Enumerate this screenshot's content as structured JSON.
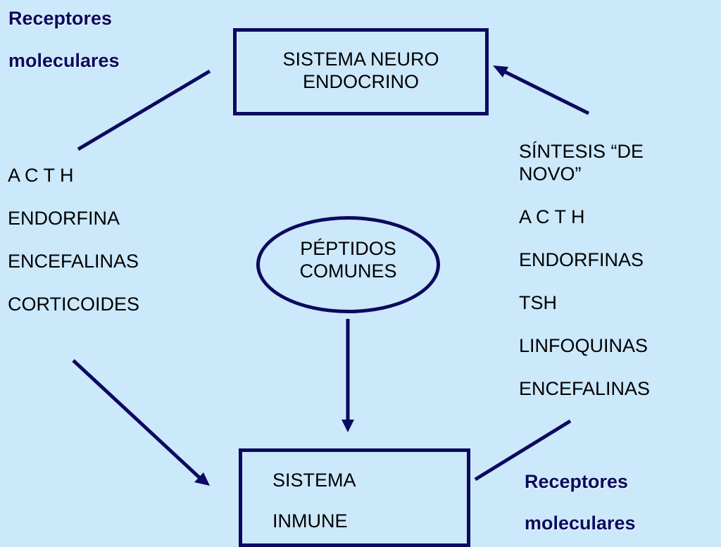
{
  "receptors_top_left": [
    "Receptores",
    "moleculares"
  ],
  "receptors_bottom_right": [
    "Receptores",
    "moleculares"
  ],
  "neuro_box": [
    "SISTEMA  NEURO",
    "ENDOCRINO"
  ],
  "peptides": [
    "PÉPTIDOS",
    "COMUNES"
  ],
  "immune_box": [
    "SISTEMA",
    "INMUNE"
  ],
  "left_list": [
    "A C T H",
    "ENDORFINA",
    "ENCEFALINAS",
    "CORTICOIDES"
  ],
  "right_list": [
    "SÍNTESIS  “DE",
    "NOVO”",
    "A C T H",
    "ENDORFINAS",
    "TSH",
    "LINFOQUINAS",
    "ENCEFALINAS"
  ],
  "colors": {
    "background": "#cce8fb",
    "shape_stroke": "#0a0a5e"
  }
}
